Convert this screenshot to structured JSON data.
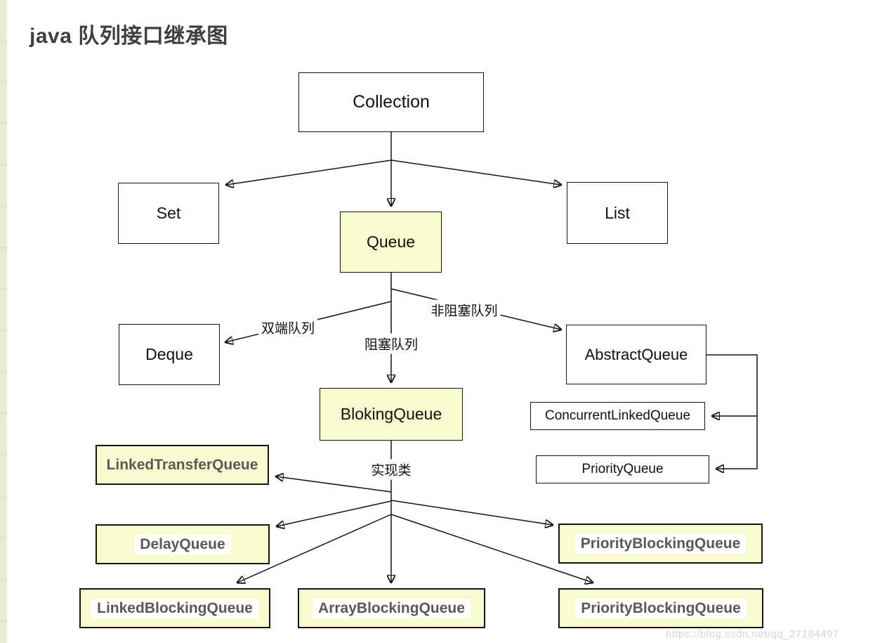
{
  "page": {
    "title": "java 队列接口继承图",
    "watermark": "https://blog.csdn.net/qq_27184497"
  },
  "colors": {
    "node_yellow_fill": "#fafacf",
    "node_white_fill": "#ffffff",
    "node_border": "#141414",
    "edge_line": "#141414",
    "impl_label_text": "#58595b",
    "title_text": "#3c3e40",
    "watermark_text": "#d6d6d6",
    "left_strip": "#e8ecd7"
  },
  "nodes": {
    "collection": {
      "label": "Collection"
    },
    "set": {
      "label": "Set"
    },
    "queue": {
      "label": "Queue"
    },
    "list": {
      "label": "List"
    },
    "deque": {
      "label": "Deque"
    },
    "abstractqueue": {
      "label": "AbstractQueue"
    },
    "blokingqueue": {
      "label": "BlokingQueue"
    },
    "concurrentlinkedqueue": {
      "label": "ConcurrentLinkedQueue"
    },
    "priorityqueue": {
      "label": "PriorityQueue"
    },
    "linkedtransferqueue": {
      "label": "LinkedTransferQueue"
    },
    "delayqueue": {
      "label": "DelayQueue"
    },
    "priorityblockingqueue_top": {
      "label": "PriorityBlockingQueue"
    },
    "linkedblockingqueue": {
      "label": "LinkedBlockingQueue"
    },
    "arrayblockingqueue": {
      "label": "ArrayBlockingQueue"
    },
    "priorityblockingqueue_bottom": {
      "label": "PriorityBlockingQueue"
    }
  },
  "edge_labels": {
    "deque": "双端队列",
    "blocking": "阻塞队列",
    "nonblocking": "非阻塞队列",
    "impl": "实现类"
  },
  "edges": [
    {
      "from": "Collection",
      "to": "Set"
    },
    {
      "from": "Collection",
      "to": "Queue"
    },
    {
      "from": "Collection",
      "to": "List"
    },
    {
      "from": "Queue",
      "to": "Deque",
      "label": "双端队列"
    },
    {
      "from": "Queue",
      "to": "BlokingQueue",
      "label": "阻塞队列"
    },
    {
      "from": "Queue",
      "to": "AbstractQueue",
      "label": "非阻塞队列"
    },
    {
      "from": "AbstractQueue",
      "to": "ConcurrentLinkedQueue"
    },
    {
      "from": "AbstractQueue",
      "to": "PriorityQueue"
    },
    {
      "from": "BlokingQueue",
      "to": "LinkedTransferQueue",
      "label": "实现类"
    },
    {
      "from": "BlokingQueue",
      "to": "DelayQueue"
    },
    {
      "from": "BlokingQueue",
      "to": "PriorityBlockingQueue"
    },
    {
      "from": "BlokingQueue",
      "to": "LinkedBlockingQueue"
    },
    {
      "from": "BlokingQueue",
      "to": "ArrayBlockingQueue"
    },
    {
      "from": "BlokingQueue",
      "to": "PriorityBlockingQueue"
    }
  ]
}
